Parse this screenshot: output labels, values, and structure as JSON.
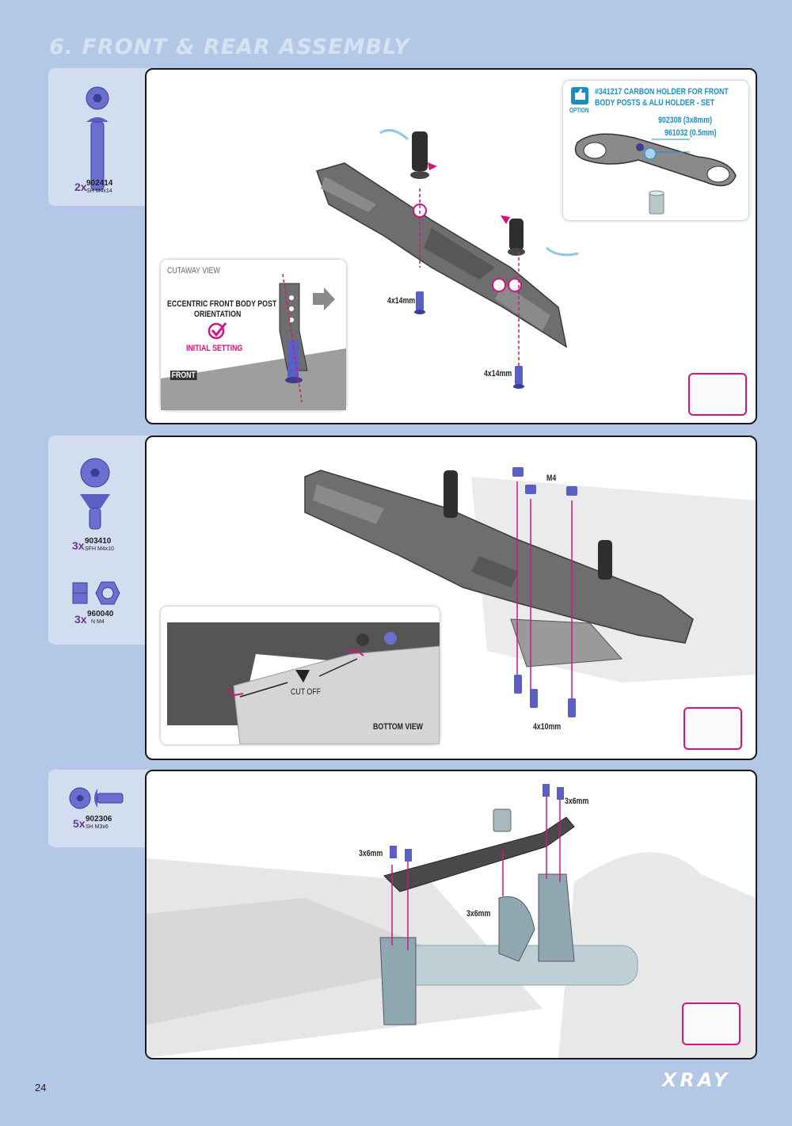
{
  "page": {
    "title": "6. FRONT & REAR ASSEMBLY",
    "number": "24",
    "brand": "XRAY"
  },
  "parts": [
    [
      {
        "qty": "2x",
        "code": "902414",
        "desc": "SH M4x14",
        "icon": "button-head-screw-icon"
      }
    ],
    [
      {
        "qty": "3x",
        "code": "903410",
        "desc": "SFH M4x10",
        "icon": "countersunk-screw-icon"
      },
      {
        "qty": "3x",
        "code": "960040",
        "desc": "N M4",
        "icon": "hex-nut-icon"
      }
    ],
    [
      {
        "qty": "5x",
        "code": "902306",
        "desc": "SH M3x6",
        "icon": "button-head-screw-icon"
      }
    ]
  ],
  "step1": {
    "option": {
      "badge": "OPTION",
      "title_line1": "#341217 CARBON HOLDER FOR FRONT",
      "title_line2": "BODY POSTS & ALU HOLDER - SET",
      "part1": "902308 (3x8mm)",
      "part2": "961032 (0.5mm)"
    },
    "cutaway": {
      "heading": "CUTAWAY VIEW",
      "line1": "ECCENTRIC FRONT BODY POST",
      "line2": "ORIENTATION",
      "setting": "INITIAL SETTING",
      "front": "FRONT"
    },
    "screw_label_1": "4x14mm",
    "screw_label_2": "4x14mm"
  },
  "step2": {
    "nut_label": "M4",
    "screw_label": "4x10mm",
    "inset": {
      "cut_off": "CUT OFF",
      "view_label": "BOTTOM VIEW"
    }
  },
  "step3": {
    "label_a": "3x6mm",
    "label_b": "3x6mm",
    "label_c": "3x6mm"
  },
  "colors": {
    "accent": "#d4147c",
    "parts_bg": "#d2def0",
    "page_bg": "#b3c8e6",
    "screw": "#5a5fc4"
  }
}
